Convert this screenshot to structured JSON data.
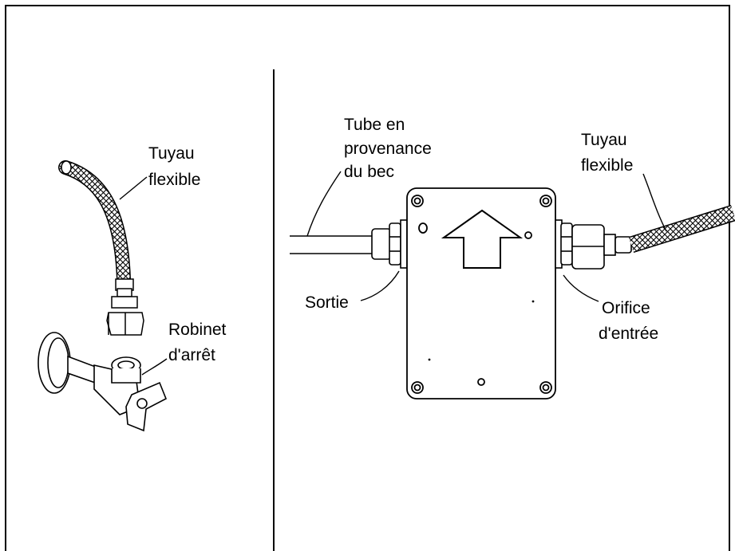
{
  "labels": {
    "left_hose": [
      "Tuyau",
      "flexible"
    ],
    "stop_valve": [
      "Robinet",
      "d'arrêt"
    ],
    "spout_tube": [
      "Tube en",
      "provenance",
      "du bec"
    ],
    "right_hose": [
      "Tuyau",
      "flexible"
    ],
    "outlet": "Sortie",
    "inlet": [
      "Orifice",
      "d'entrée"
    ]
  }
}
